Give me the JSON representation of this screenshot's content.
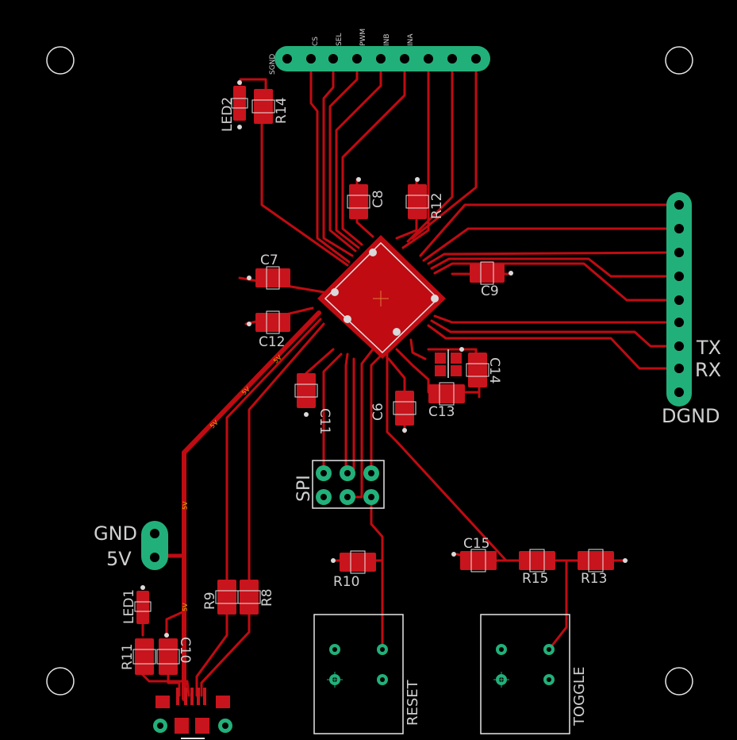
{
  "labels": {
    "header": [
      "SGND",
      "CS",
      "SEL",
      "PWM",
      "INB",
      "INA"
    ],
    "right_header": [
      "TX",
      "RX",
      "DGND"
    ],
    "power": [
      "GND",
      "5V"
    ],
    "spi": "SPI",
    "net_5v": "5V",
    "buttons": [
      "RESET",
      "TOGGLE"
    ],
    "components": {
      "led2": "LED2",
      "r14": "R14",
      "c8": "C8",
      "r12": "R12",
      "c7": "C7",
      "c12": "C12",
      "c9": "C9",
      "c11": "C11",
      "c6": "C6",
      "c13": "C13",
      "c14": "C14",
      "c15": "C15",
      "r10": "R10",
      "r15": "R15",
      "r13": "R13",
      "r9": "R9",
      "r8": "R8",
      "led1": "LED1",
      "r11": "R11",
      "c10": "C10"
    }
  },
  "colors": {
    "background": "#000000",
    "copper": "#c00b12",
    "pad": "#22b07a",
    "silkscreen": "#e6e6e6"
  }
}
